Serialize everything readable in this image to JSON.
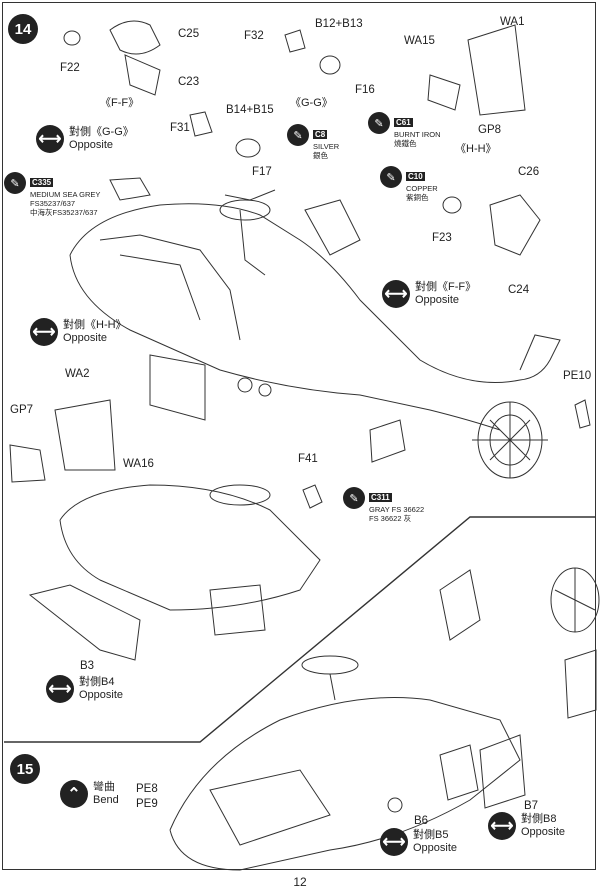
{
  "steps": [
    "14",
    "15"
  ],
  "parts": {
    "c25": "C25",
    "f22": "F22",
    "c23": "C23",
    "ff_view": "《F-F》",
    "f32": "F32",
    "b12b13": "B12+B13",
    "f16": "F16",
    "gg_view": "《G-G》",
    "wa1": "WA1",
    "wa15": "WA15",
    "gp8": "GP8",
    "hh_view": "《H-H》",
    "f31": "F31",
    "b14b15": "B14+B15",
    "f17": "F17",
    "c26": "C26",
    "f23": "F23",
    "c24": "C24",
    "pe10": "PE10",
    "wa2": "WA2",
    "gp7": "GP7",
    "wa16": "WA16",
    "f41": "F41",
    "b3": "B3",
    "pe8": "PE8",
    "pe9": "PE9",
    "b6": "B6",
    "b7": "B7"
  },
  "callouts": {
    "opp_gg": {
      "symbol": "⟷",
      "line1": "對側《G-G》",
      "line2": "Opposite"
    },
    "opp_ff": {
      "symbol": "⟷",
      "line1": "對側《F-F》",
      "line2": "Opposite"
    },
    "opp_hh": {
      "symbol": "⟷",
      "line1": "對側《H-H》",
      "line2": "Opposite"
    },
    "opp_b4": {
      "symbol": "⟷",
      "line1": "對側B4",
      "line2": "Opposite"
    },
    "opp_b5": {
      "symbol": "⟷",
      "line1": "對側B5",
      "line2": "Opposite"
    },
    "opp_b8": {
      "symbol": "⟷",
      "line1": "對側B8",
      "line2": "Opposite"
    },
    "bend": {
      "symbol": "⌃",
      "line1": "彎曲",
      "line2": "Bend"
    }
  },
  "paints": {
    "silver": {
      "code": "C8",
      "line1": "SILVER",
      "line2": "銀色"
    },
    "burnt_iron": {
      "code": "C61",
      "line1": "BURNT IRON",
      "line2": "燒鐵色"
    },
    "copper": {
      "code": "C10",
      "line1": "COPPER",
      "line2": "紫銅色"
    },
    "med_sea_grey": {
      "code": "C335",
      "line1": "MEDIUM SEA GREY",
      "line2": "FS35237/637",
      "line3": "中海灰FS35237/637"
    },
    "gray": {
      "code": "C311",
      "line1": "GRAY FS 36622",
      "line2": "FS 36622 灰"
    }
  },
  "page_number": "12"
}
